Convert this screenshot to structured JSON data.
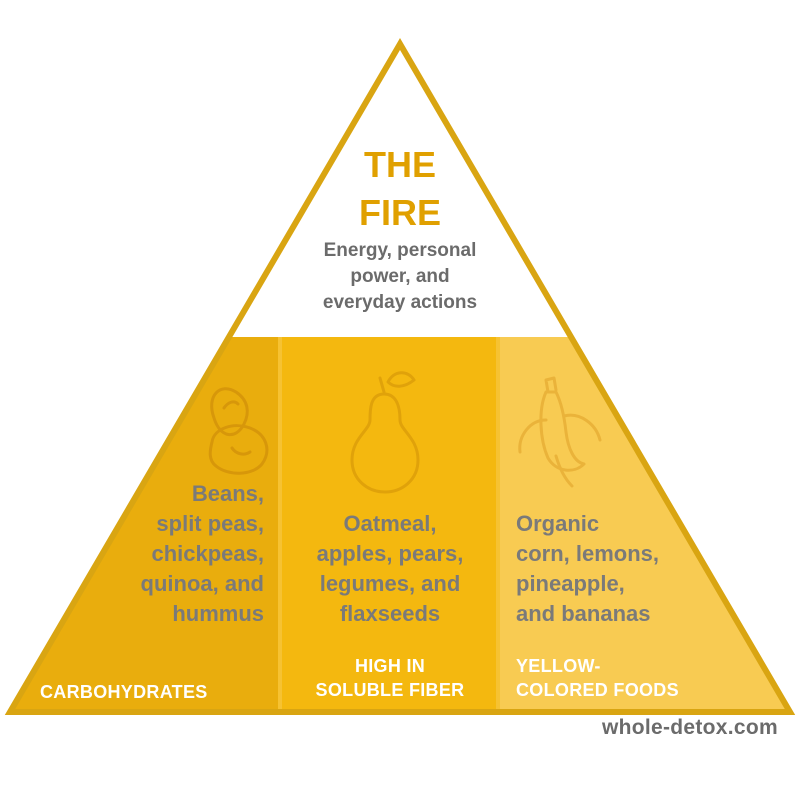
{
  "apex": {
    "title_line1": "THE",
    "title_line2": "FIRE",
    "subtitle_line1": "Energy, personal",
    "subtitle_line2": "power, and",
    "subtitle_line3": "everyday actions"
  },
  "columns": [
    {
      "icon": "beans-icon",
      "lines": [
        "Beans,",
        "split peas,",
        "chickpeas,",
        "quinoa, and",
        "hummus"
      ],
      "label_lines": [
        "CARBOHYDRATES"
      ],
      "fill": "#e9ad0d"
    },
    {
      "icon": "pear-icon",
      "lines": [
        "Oatmeal,",
        "apples, pears,",
        "legumes, and",
        "flaxseeds"
      ],
      "label_lines": [
        "HIGH IN",
        "SOLUBLE FIBER"
      ],
      "fill": "#f4b80f"
    },
    {
      "icon": "banana-icon",
      "lines": [
        "Organic",
        "corn, lemons,",
        "pineapple,",
        "and bananas"
      ],
      "label_lines": [
        "YELLOW-",
        "COLORED FOODS"
      ],
      "fill": "#f8cb52"
    }
  ],
  "footer": {
    "site": "whole-detox.com"
  },
  "colors": {
    "border": "#d9a512",
    "title": "#e0a000",
    "text": "#7a7a7a",
    "label": "#ffffff"
  }
}
